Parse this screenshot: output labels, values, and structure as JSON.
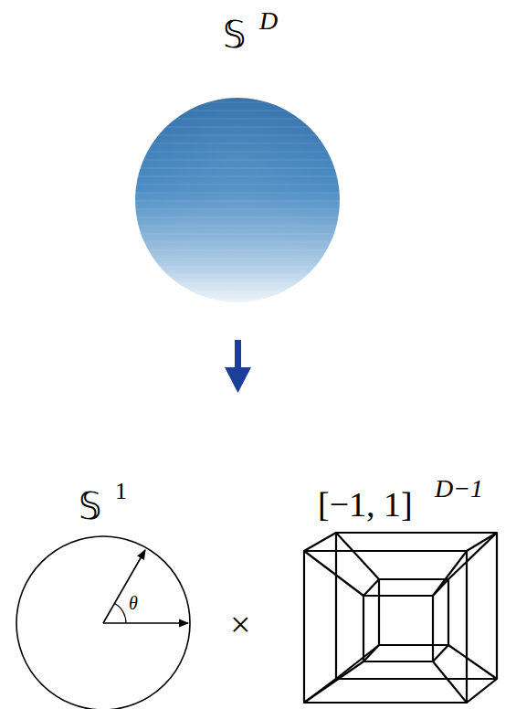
{
  "diagram": {
    "labels": [
      "𝕊",
      "D",
      "θ",
      "×",
      "𝕊",
      "1",
      "[−1, 1]",
      "D−1"
    ]
  }
}
